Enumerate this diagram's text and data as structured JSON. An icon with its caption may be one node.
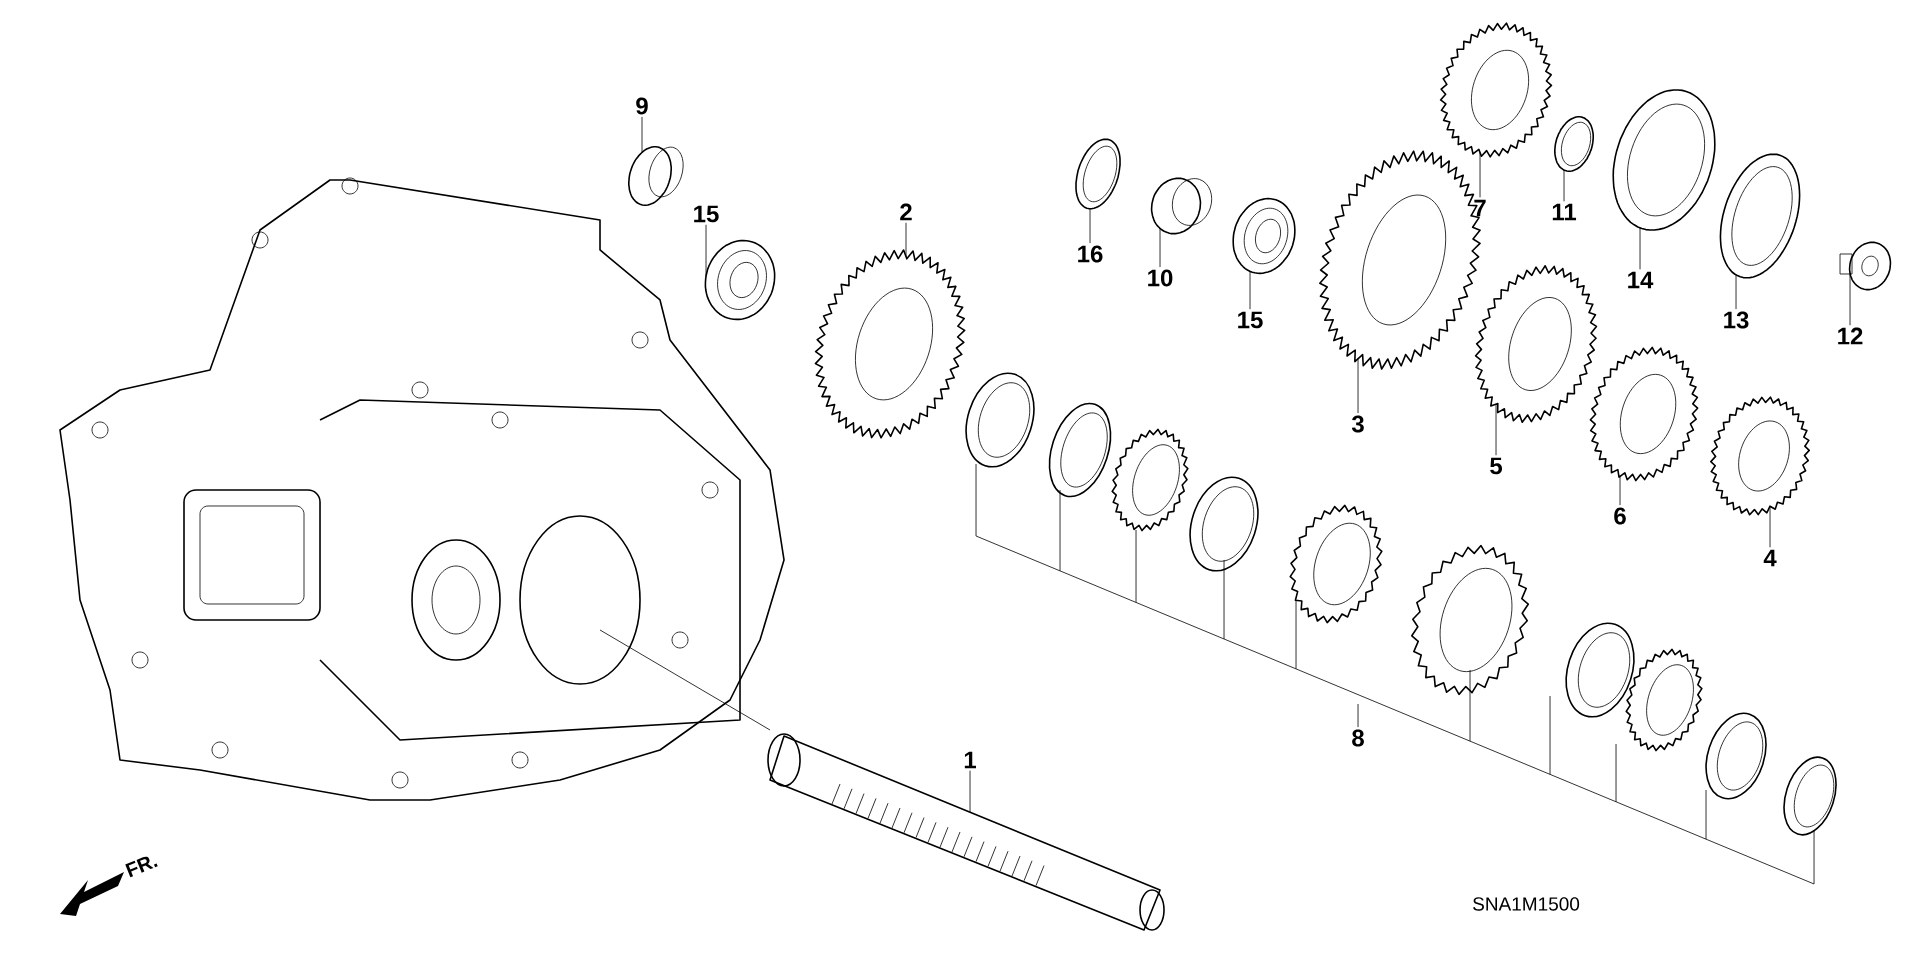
{
  "diagram": {
    "nodes": [
      {
        "text": [
          "9"
        ]
      },
      {
        "text": [
          "7"
        ]
      },
      {
        "text": [
          "11"
        ]
      },
      {
        "text": [
          "15"
        ]
      },
      {
        "text": [
          "2"
        ]
      },
      {
        "text": [
          "16"
        ]
      },
      {
        "text": [
          "10"
        ]
      },
      {
        "text": [
          "14"
        ]
      },
      {
        "text": [
          "15"
        ]
      },
      {
        "text": [
          "13"
        ]
      },
      {
        "text": [
          "12"
        ]
      },
      {
        "text": [
          "3"
        ]
      },
      {
        "text": [
          "5"
        ]
      },
      {
        "text": [
          "6"
        ]
      },
      {
        "text": [
          "4"
        ]
      },
      {
        "text": [
          "8"
        ]
      },
      {
        "text": [
          "1"
        ]
      },
      {
        "text": [],
        "shape": "picture"
      },
      {
        "text": [],
        "shape": "picture"
      },
      {
        "text": [],
        "shape": "picture"
      },
      {
        "text": [],
        "shape": "picture"
      },
      {
        "text": [],
        "shape": "picture"
      },
      {
        "text": [],
        "shape": "picture"
      },
      {
        "text": [],
        "shape": "picture"
      },
      {
        "text": [],
        "shape": "picture"
      },
      {
        "text": [],
        "shape": "picture"
      },
      {
        "text": [],
        "shape": "picture"
      },
      {
        "text": [],
        "shape": "picture"
      },
      {
        "text": [],
        "shape": "picture"
      },
      {
        "text": [],
        "shape": "picture"
      },
      {
        "text": [],
        "shape": "picture"
      },
      {
        "text": [],
        "shape": "picture"
      },
      {
        "text": [],
        "shape": "picture"
      }
    ],
    "edges": [
      {
        "from": 0,
        "to": 17,
        "arrow": "none"
      },
      {
        "from": 1,
        "to": 18,
        "arrow": "none"
      },
      {
        "from": 2,
        "to": 19,
        "arrow": "none"
      },
      {
        "from": 3,
        "to": 20,
        "arrow": "none"
      },
      {
        "from": 4,
        "to": 21,
        "arrow": "none"
      },
      {
        "from": 5,
        "to": 22,
        "arrow": "none"
      },
      {
        "from": 6,
        "to": 23,
        "arrow": "none"
      },
      {
        "from": 7,
        "to": 24,
        "arrow": "none"
      },
      {
        "from": 8,
        "to": 25,
        "arrow": "none"
      },
      {
        "from": 9,
        "to": 26,
        "arrow": "none"
      },
      {
        "from": 10,
        "to": 27,
        "arrow": "none"
      },
      {
        "from": 11,
        "to": 28,
        "arrow": "none"
      },
      {
        "from": 12,
        "to": 29,
        "arrow": "none"
      },
      {
        "from": 13,
        "to": 30,
        "arrow": "none"
      },
      {
        "from": 14,
        "to": 31,
        "arrow": "none"
      },
      {
        "from": 15,
        "to": null,
        "arrow": "none"
      },
      {
        "from": 16,
        "to": 32,
        "arrow": "none"
      }
    ],
    "labels": [
      "FR.",
      "SNA1M1500"
    ]
  }
}
